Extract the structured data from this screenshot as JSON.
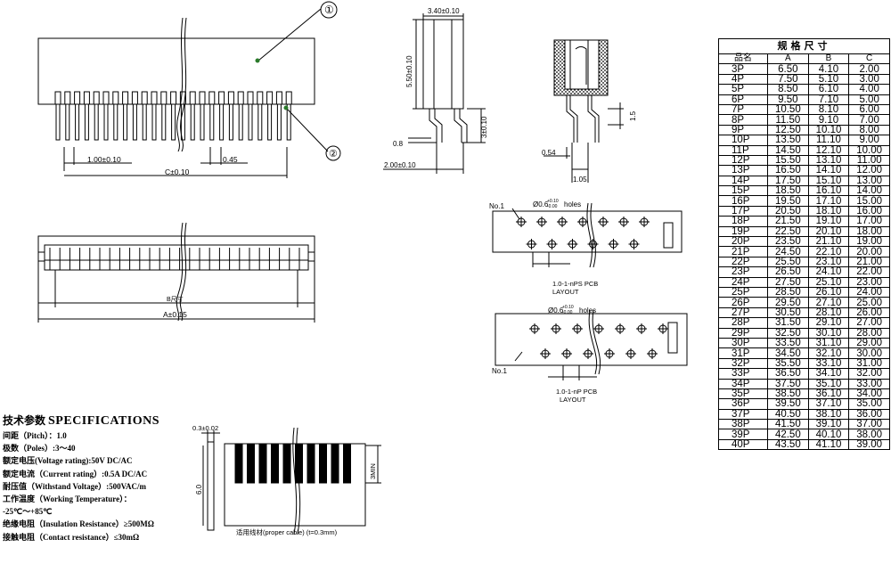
{
  "balloons": {
    "one": "①",
    "two": "②"
  },
  "dimensions": {
    "pitch": "1.00±0.10",
    "pin_width": "0.45",
    "c_dim": "C±0.10",
    "b_dim": "B尺寸",
    "a_dim": "A±0.15",
    "side_width": "3.40±0.10",
    "side_height": "5.50±0.10",
    "side_pin_h": "3±0.10",
    "side_thickness": "0.8",
    "side_foot": "2.00±0.10",
    "section_h": "1.5",
    "section_w1": "0.54",
    "section_w2": "1.05",
    "cable_thickness": "0.3±0.02",
    "cable_height": "6.0",
    "cable_min": "3MIN"
  },
  "pcb_layouts": [
    {
      "no": "No.1",
      "holes": "Ø0.6",
      "tol_plus": "+0.10",
      "tol_minus": "-0.00",
      "holes_word": "holes",
      "caption1": "1.0-1-nPS  PCB",
      "caption2": "LAYOUT"
    },
    {
      "no": "No.1",
      "holes": "Ø0.6",
      "tol_plus": "+0.10",
      "tol_minus": "-0.00",
      "holes_word": "holes",
      "caption1": "1.0-1-nP  PCB",
      "caption2": "LAYOUT"
    }
  ],
  "cable_caption": "适用线材(proper cable) (t=0.3mm)",
  "specifications": {
    "title_cn": "技术参数",
    "title_en": "SPECIFICATIONS",
    "lines": [
      "间距（Pitch）：1.0",
      "极数（Poles）:3～40",
      "额定电压(Voltage rating):50V DC/AC",
      "额定电流（Current rating）:0.5A DC/AC",
      "耐压值（Withstand Voltage）:500VAC/m",
      "工作温度（Working Temperature）：",
      "-25℃～+85℃",
      "绝缘电阻（Insulation Resistance）≥500MΩ",
      "接触电阻（Contact  resistance）≤30mΩ"
    ]
  },
  "size_table": {
    "title": "规格尺寸",
    "columns": [
      "品名",
      "A",
      "B",
      "C"
    ],
    "rows": [
      [
        "3P",
        "6.50",
        "4.10",
        "2.00"
      ],
      [
        "4P",
        "7.50",
        "5.10",
        "3.00"
      ],
      [
        "5P",
        "8.50",
        "6.10",
        "4.00"
      ],
      [
        "6P",
        "9.50",
        "7.10",
        "5.00"
      ],
      [
        "7P",
        "10.50",
        "8.10",
        "6.00"
      ],
      [
        "8P",
        "11.50",
        "9.10",
        "7.00"
      ],
      [
        "9P",
        "12.50",
        "10.10",
        "8.00"
      ],
      [
        "10P",
        "13.50",
        "11.10",
        "9.00"
      ],
      [
        "11P",
        "14.50",
        "12.10",
        "10.00"
      ],
      [
        "12P",
        "15.50",
        "13.10",
        "11.00"
      ],
      [
        "13P",
        "16.50",
        "14.10",
        "12.00"
      ],
      [
        "14P",
        "17.50",
        "15.10",
        "13.00"
      ],
      [
        "15P",
        "18.50",
        "16.10",
        "14.00"
      ],
      [
        "16P",
        "19.50",
        "17.10",
        "15.00"
      ],
      [
        "17P",
        "20.50",
        "18.10",
        "16.00"
      ],
      [
        "18P",
        "21.50",
        "19.10",
        "17.00"
      ],
      [
        "19P",
        "22.50",
        "20.10",
        "18.00"
      ],
      [
        "20P",
        "23.50",
        "21.10",
        "19.00"
      ],
      [
        "21P",
        "24.50",
        "22.10",
        "20.00"
      ],
      [
        "22P",
        "25.50",
        "23.10",
        "21.00"
      ],
      [
        "23P",
        "26.50",
        "24.10",
        "22.00"
      ],
      [
        "24P",
        "27.50",
        "25.10",
        "23.00"
      ],
      [
        "25P",
        "28.50",
        "26.10",
        "24.00"
      ],
      [
        "26P",
        "29.50",
        "27.10",
        "25.00"
      ],
      [
        "27P",
        "30.50",
        "28.10",
        "26.00"
      ],
      [
        "28P",
        "31.50",
        "29.10",
        "27.00"
      ],
      [
        "29P",
        "32.50",
        "30.10",
        "28.00"
      ],
      [
        "30P",
        "33.50",
        "31.10",
        "29.00"
      ],
      [
        "31P",
        "34.50",
        "32.10",
        "30.00"
      ],
      [
        "32P",
        "35.50",
        "33.10",
        "31.00"
      ],
      [
        "33P",
        "36.50",
        "34.10",
        "32.00"
      ],
      [
        "34P",
        "37.50",
        "35.10",
        "33.00"
      ],
      [
        "35P",
        "38.50",
        "36.10",
        "34.00"
      ],
      [
        "36P",
        "39.50",
        "37.10",
        "35.00"
      ],
      [
        "37P",
        "40.50",
        "38.10",
        "36.00"
      ],
      [
        "38P",
        "41.50",
        "39.10",
        "37.00"
      ],
      [
        "39P",
        "42.50",
        "40.10",
        "38.00"
      ],
      [
        "40P",
        "43.50",
        "41.10",
        "39.00"
      ]
    ]
  }
}
